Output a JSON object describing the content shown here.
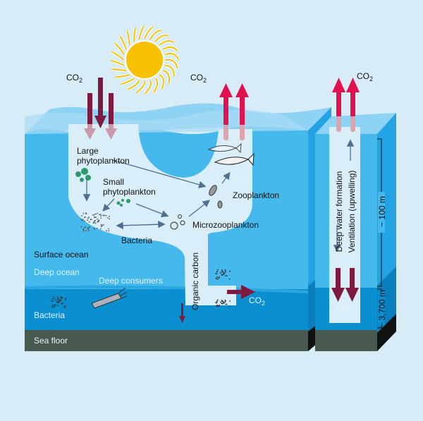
{
  "labels": {
    "co2": {
      "main": "CO",
      "sub": "2"
    },
    "large_phyto": [
      "Large",
      "phytoplankton"
    ],
    "small_phyto": [
      "Small",
      "phytoplankton"
    ],
    "zooplankton": "Zooplankton",
    "microzooplankton": "Microzooplankton",
    "bacteria_surface": "Bacteria",
    "organic_carbon": "Organic carbon",
    "surface_ocean": "Surface ocean",
    "deep_ocean": "Deep ocean",
    "deep_consumers": "Deep consumers",
    "bacteria_deep": "Bacteria",
    "sea_floor": "Sea floor",
    "deep_water_formation": "Deep water formation",
    "ventilation": "Ventilation (upwelling)",
    "depth_100": "~ 100 m",
    "depth_3700": "~ 3,700 m"
  },
  "colors": {
    "background": "#d8ecf8",
    "surface_ocean": "#45b8ec",
    "deep_ocean": "#0a8fd0",
    "sea_floor": "#485a4e",
    "channel": "#d9eef9",
    "co2_in_arrow": "#7d1a3e",
    "co2_out_arrow": "#e0114e",
    "flow_arrow": "#4f6f92",
    "sun": "#f6c200"
  }
}
